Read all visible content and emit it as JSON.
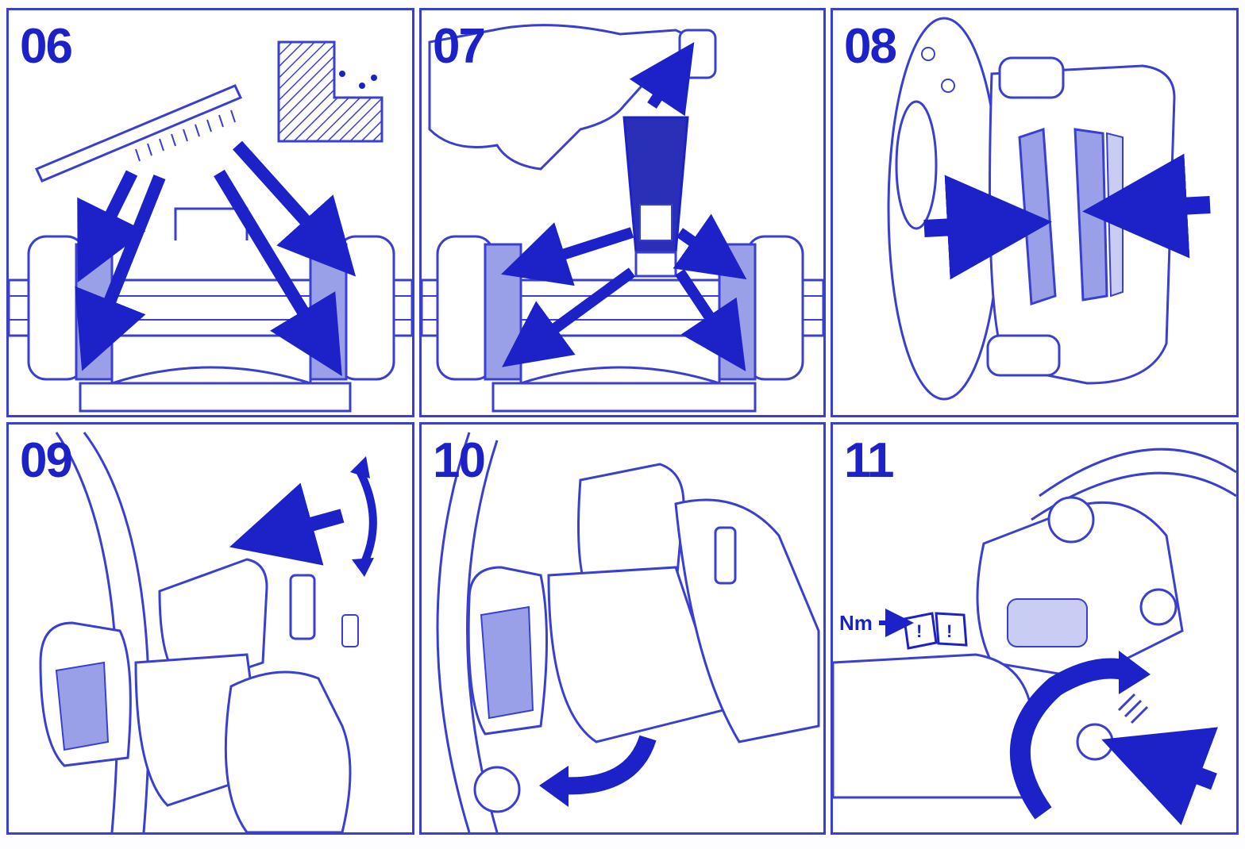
{
  "colors": {
    "ink": "#1c22c8",
    "line": "#3a3fd0",
    "fill": "#9aa0e8",
    "light": "#c9ccf3",
    "paper": "#ffffff"
  },
  "panels": [
    {
      "number": "06",
      "icon": "wire-brush-cleaning-icon"
    },
    {
      "number": "07",
      "icon": "grease-tube-icon"
    },
    {
      "number": "08",
      "icon": "brake-pads-insert-icon"
    },
    {
      "number": "09",
      "icon": "caliper-swing-icon"
    },
    {
      "number": "10",
      "icon": "caliper-rotate-icon"
    },
    {
      "number": "11",
      "icon": "torque-bolt-icon",
      "torque_label": "Nm"
    }
  ]
}
